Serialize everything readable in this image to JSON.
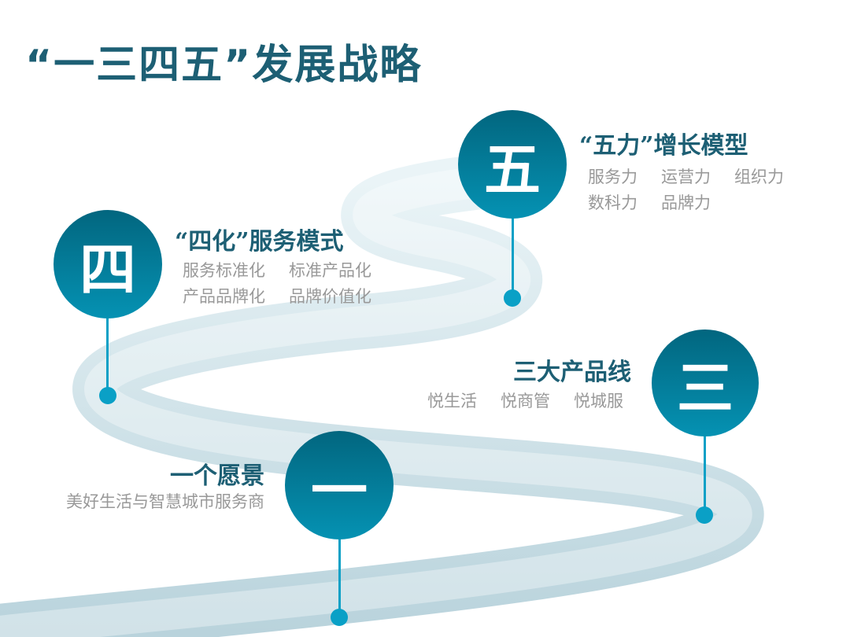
{
  "title": "“一三四五”发展战略",
  "steps": [
    {
      "glyph": "一",
      "heading": "一个愿景",
      "items": [
        "美好生活与智慧城市服务商"
      ]
    },
    {
      "glyph": "三",
      "heading": "三大产品线",
      "items": [
        "悦生活",
        "悦商管",
        "悦城服"
      ]
    },
    {
      "glyph": "四",
      "heading": "“四化”服务模式",
      "items": [
        "服务标准化",
        "标准产品化",
        "产品品牌化",
        "品牌价值化"
      ]
    },
    {
      "glyph": "五",
      "heading": "“五力”增长模型",
      "items": [
        "服务力",
        "运营力",
        "组织力",
        "数科力",
        "品牌力"
      ]
    }
  ],
  "colors": {
    "title": "#1d5f74",
    "circle_top": "#02667f",
    "circle_bottom": "#0592b3",
    "dot": "#0aa0c6",
    "road": "#c9dfe6"
  }
}
